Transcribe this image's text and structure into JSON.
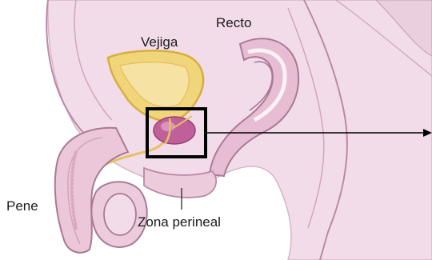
{
  "labels": {
    "bladder": "Vejiga",
    "rectum": "Recto",
    "penis": "Pene",
    "perineal_zone": "Zona perineal"
  },
  "colors": {
    "tissue_light": "#f3dce9",
    "tissue_mid": "#e6bdd3",
    "tissue_dark": "#c994b3",
    "outline": "#b98aa5",
    "bladder_yellow": "#f1d57a",
    "bladder_outline": "#d7ae3e",
    "prostate": "#c0609a",
    "frame": "#000000"
  }
}
